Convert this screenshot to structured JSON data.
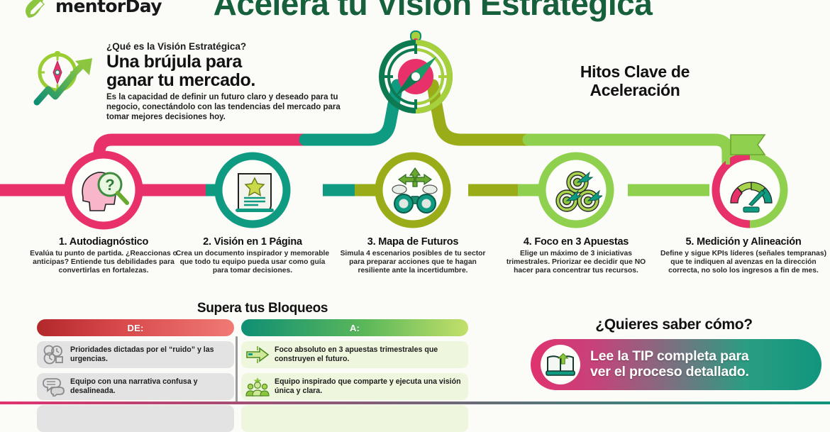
{
  "brand": {
    "logo_text": "mentorDay",
    "logo_icon": "speech-bubbles-pencil-leaf-icon"
  },
  "header": {
    "title": "Acelera tu Visión Estratégica"
  },
  "intro": {
    "question": "¿Qué es la Visión Estratégica?",
    "headline_line1": "Una brújula para",
    "headline_line2": "ganar tu mercado.",
    "body": "Es la capacidad de definir un futuro claro y deseado para tu negocio, conectándolo con las tendencias del mercado para tomar mejores decisiones hoy.",
    "icon": "compass-growth-arrow-icon"
  },
  "center_graphic": {
    "icon": "compass-icon"
  },
  "milestones_heading": {
    "line1": "Hitos Clave de",
    "line2": "Aceleración"
  },
  "steps": [
    {
      "number": "1.",
      "title": "1. Autodiagnóstico",
      "desc": "Evalúa tu punto de partida. ¿Reaccionas o anticipas? Entiende tus debilidades para convertirlas en fortalezas.",
      "icon": "head-magnifier-question-icon",
      "color": "#e8316b"
    },
    {
      "number": "2.",
      "title": "2. Visión en 1 Página",
      "desc": "Crea un documento inspirador y memorable que todo tu equipo pueda usar como guía para tomar decisiones.",
      "icon": "document-star-icon",
      "color": "#0f9b82"
    },
    {
      "number": "3.",
      "title": "3. Mapa de Futuros",
      "desc": "Simula 4 escenarios posibles de tu sector para preparar acciones que te hagan resiliente ante la incertidumbre.",
      "icon": "binoculars-arrows-clouds-icon",
      "color": "#9aad18"
    },
    {
      "number": "4.",
      "title": "4. Foco en 3 Apuestas",
      "desc": "Elige un máximo de 3 iniciativas trimestrales. Priorizar ee decidir que NO hacer para concentrar tus recursos.",
      "icon": "three-targets-arrows-icon",
      "color": "#8fd14f"
    },
    {
      "number": "5.",
      "title": "5. Medición y Alineación",
      "desc": "Define y sigue KPIs líderes (señales tempranas) que te indiquen al avenzas en la dirección correcta, no solo los ingresos a fin de mes.",
      "icon": "speedometer-gauge-icon",
      "color": "#e8316b"
    }
  ],
  "blockers": {
    "title": "Supera tus Bloqueos",
    "from_label": "DE:",
    "to_label": "A:",
    "from_rows": [
      {
        "text": "Prioridades dictadas por el “ruido” y las urgencias.",
        "icon": "clocks-gears-icon"
      },
      {
        "text": "Equipo con una narrativa confusa y desalineada.",
        "icon": "speech-bubbles-icon"
      },
      {
        "text": "",
        "icon": "partial-row-icon"
      }
    ],
    "to_rows": [
      {
        "text": "Foco absoluto en 3 apuestas trimestrales que construyen el futuro.",
        "icon": "right-arrow-icon"
      },
      {
        "text": "Equipo inspirado que comparte y ejecuta una visión única y clara.",
        "icon": "team-star-icon"
      },
      {
        "text": "",
        "icon": "partial-row-icon"
      }
    ]
  },
  "cta": {
    "title": "¿Quieres saber cómo?",
    "button_line1": "Lee la TIP completa para",
    "button_line2": "ver el proceso detallado.",
    "button_icon": "open-book-arrow-up-icon",
    "subtext": ""
  },
  "colors": {
    "pink": "#e8316b",
    "teal": "#0f9b82",
    "olive": "#9aad18",
    "lime": "#8fd14f",
    "dark_green": "#16603c",
    "red": "#d7474a"
  }
}
